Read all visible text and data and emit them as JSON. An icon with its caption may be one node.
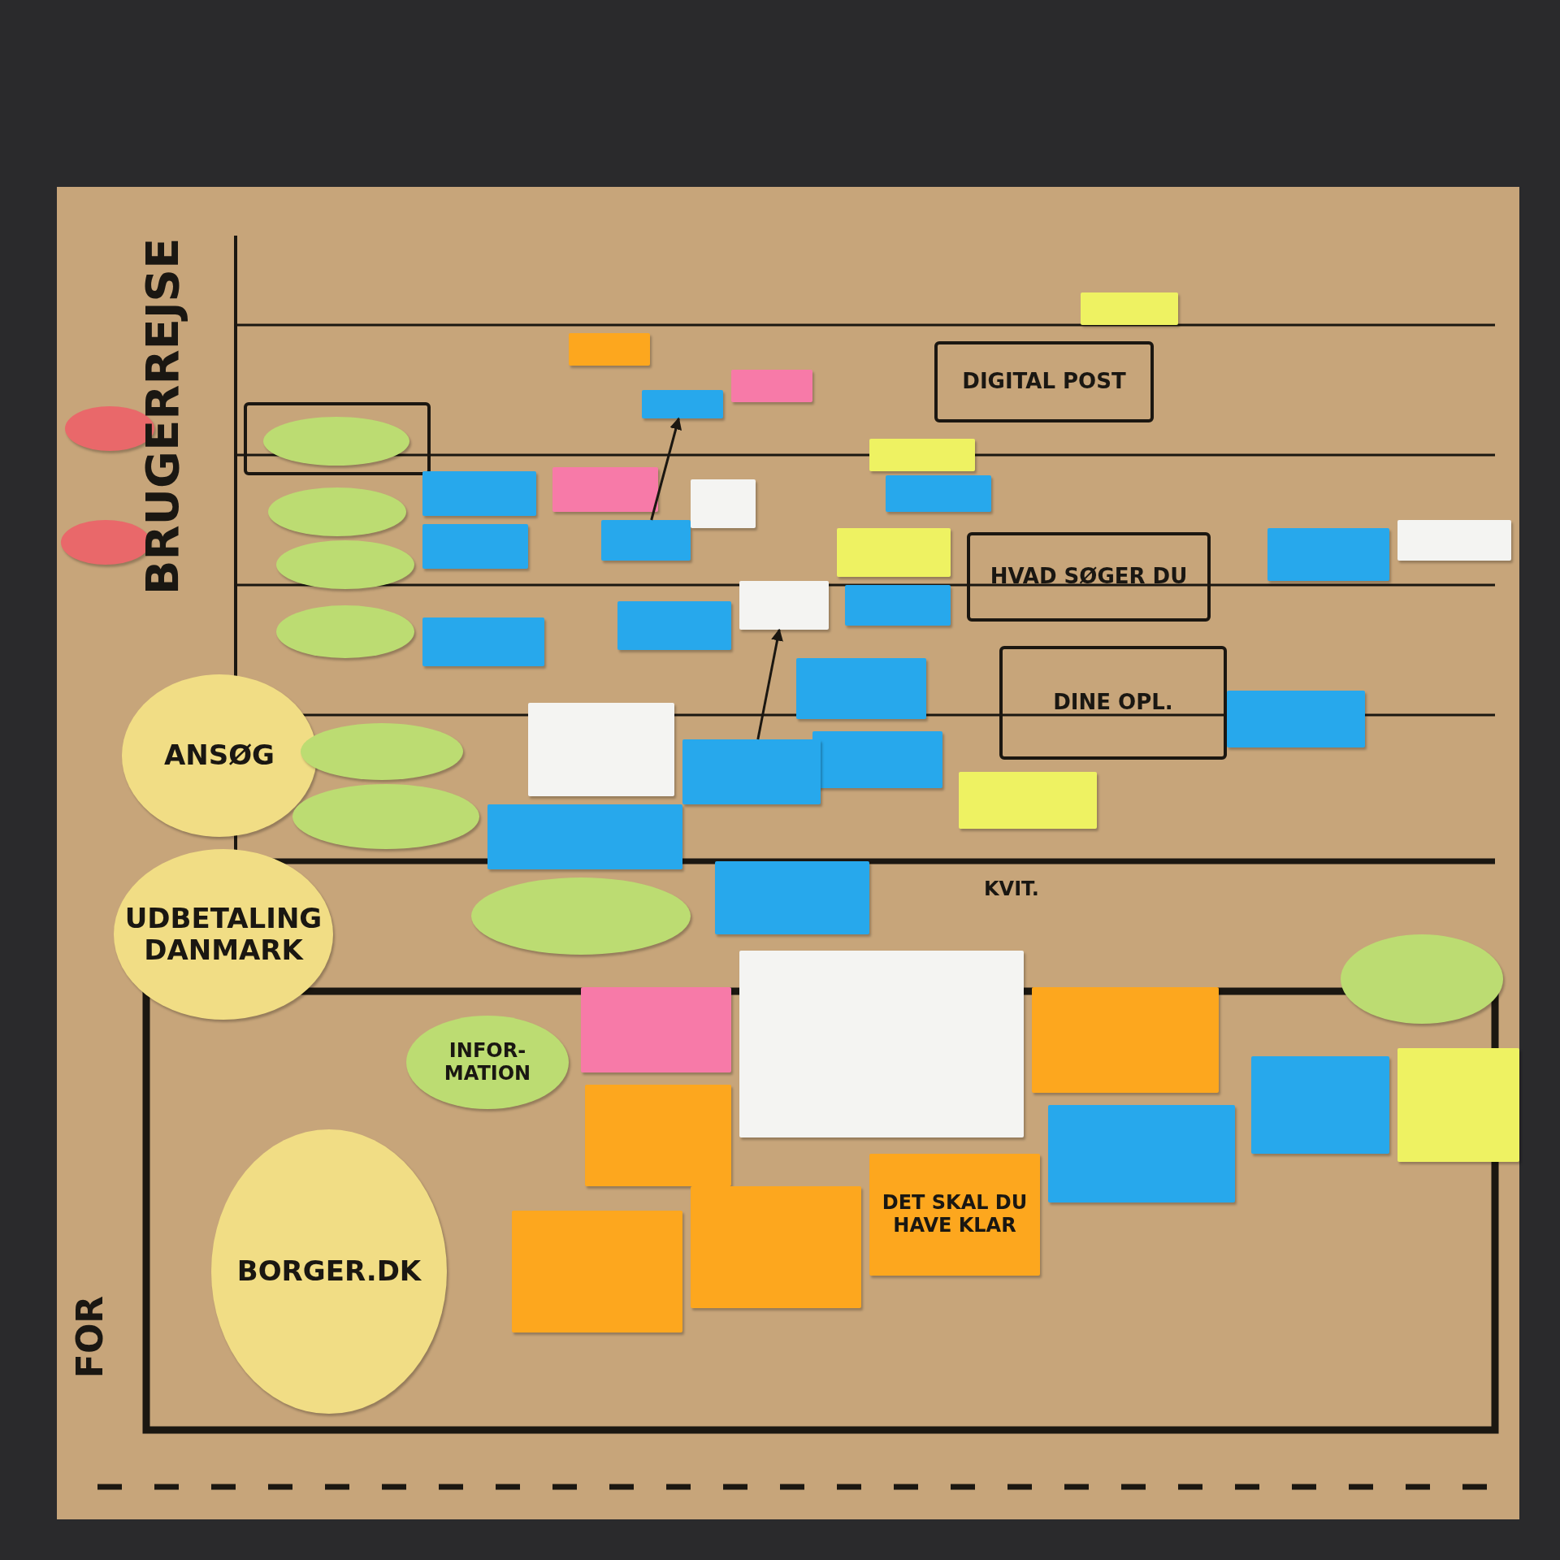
{
  "diagram": {
    "nodes": [
      {
        "text": [
          "ANSØG"
        ]
      },
      {
        "text": [
          "UDBETALING DANMARK"
        ]
      },
      {
        "text": [
          "BORGER.DK"
        ]
      },
      {
        "text": [
          "DIGITAL POST"
        ]
      },
      {
        "text": [
          "HVAD SØGER DU"
        ]
      },
      {
        "text": [
          "DINE OPL."
        ]
      },
      {
        "text": [
          "INFOR- MATION"
        ]
      },
      {
        "text": [
          "DET SKAL DU HAVE KLAR"
        ]
      },
      {
        "text": [
          "KVIT."
        ]
      },
      {
        "text": [],
        "shape": "circle"
      },
      {
        "text": [],
        "shape": "circle"
      },
      {
        "text": [],
        "shape": "box"
      },
      {
        "text": [],
        "shape": "ellipse",
        "in": 11
      },
      {
        "text": [],
        "shape": "ellipse"
      },
      {
        "text": [],
        "shape": "ellipse"
      },
      {
        "text": [],
        "shape": "ellipse"
      },
      {
        "text": [],
        "shape": "ellipse"
      },
      {
        "text": [],
        "shape": "ellipse"
      },
      {
        "text": [],
        "shape": "ellipse"
      },
      {
        "text": [],
        "shape": "ellipse"
      },
      {
        "text": [],
        "shape": "note"
      },
      {
        "text": [],
        "shape": "note"
      },
      {
        "text": [],
        "shape": "note"
      },
      {
        "text": [],
        "shape": "note"
      },
      {
        "text": [],
        "shape": "note"
      },
      {
        "text": [],
        "shape": "note"
      },
      {
        "text": [],
        "shape": "note"
      },
      {
        "text": [],
        "shape": "note"
      },
      {
        "text": [],
        "shape": "note"
      },
      {
        "text": [],
        "shape": "note"
      },
      {
        "text": [],
        "shape": "note"
      },
      {
        "text": [],
        "shape": "note"
      },
      {
        "text": [],
        "shape": "note"
      },
      {
        "text": [],
        "shape": "note"
      },
      {
        "text": [],
        "shape": "note"
      },
      {
        "text": [],
        "shape": "note"
      },
      {
        "text": [],
        "shape": "note"
      },
      {
        "text": [],
        "shape": "note"
      },
      {
        "text": [],
        "shape": "note"
      },
      {
        "text": [],
        "shape": "note"
      },
      {
        "text": [],
        "shape": "card"
      },
      {
        "text": [],
        "shape": "card"
      },
      {
        "text": [],
        "shape": "card"
      },
      {
        "text": [],
        "shape": "card"
      },
      {
        "text": [],
        "shape": "card"
      },
      {
        "text": [],
        "shape": "note"
      },
      {
        "text": [],
        "shape": "note"
      },
      {
        "text": [],
        "shape": "note"
      },
      {
        "text": [],
        "shape": "note"
      },
      {
        "text": [],
        "shape": "note"
      },
      {
        "text": [],
        "shape": "note"
      },
      {
        "text": [],
        "shape": "note"
      },
      {
        "text": [],
        "shape": "note"
      },
      {
        "text": [],
        "shape": "note"
      },
      {
        "text": [],
        "shape": "note"
      }
    ],
    "edges": [
      {
        "from": 28,
        "to": 41,
        "arrow": "to"
      },
      {
        "from": 23,
        "to": 36,
        "arrow": "to"
      }
    ],
    "labels": [
      "BRUGERREJSE",
      "FOR"
    ]
  }
}
